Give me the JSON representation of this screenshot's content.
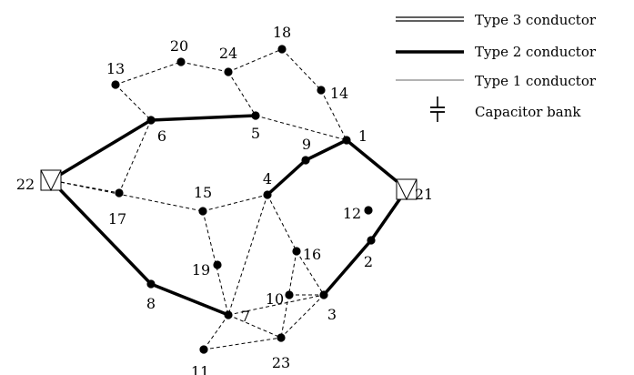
{
  "nodes": [
    {
      "id": "1",
      "label": "1"
    },
    {
      "id": "2",
      "label": "2"
    },
    {
      "id": "3",
      "label": "3"
    },
    {
      "id": "4",
      "label": "4"
    },
    {
      "id": "5",
      "label": "5"
    },
    {
      "id": "6",
      "label": "6"
    },
    {
      "id": "7",
      "label": "7"
    },
    {
      "id": "8",
      "label": "8"
    },
    {
      "id": "9",
      "label": "9"
    },
    {
      "id": "10",
      "label": "10"
    },
    {
      "id": "11",
      "label": "11"
    },
    {
      "id": "12",
      "label": "12"
    },
    {
      "id": "13",
      "label": "13"
    },
    {
      "id": "14",
      "label": "14"
    },
    {
      "id": "15",
      "label": "15"
    },
    {
      "id": "16",
      "label": "16"
    },
    {
      "id": "17",
      "label": "17"
    },
    {
      "id": "18",
      "label": "18"
    },
    {
      "id": "19",
      "label": "19"
    },
    {
      "id": "20",
      "label": "20"
    },
    {
      "id": "21",
      "label": "21",
      "kind": "substation"
    },
    {
      "id": "22",
      "label": "22",
      "kind": "substation"
    },
    {
      "id": "23",
      "label": "23"
    },
    {
      "id": "24",
      "label": "24"
    }
  ],
  "edges": [
    {
      "from": "22",
      "to": "6",
      "type": 2
    },
    {
      "from": "6",
      "to": "5",
      "type": 2
    },
    {
      "from": "22",
      "to": "8",
      "type": 2
    },
    {
      "from": "8",
      "to": "7",
      "type": 2
    },
    {
      "from": "4",
      "to": "9",
      "type": 2
    },
    {
      "from": "9",
      "to": "1",
      "type": 2
    },
    {
      "from": "1",
      "to": "21",
      "type": 2
    },
    {
      "from": "21",
      "to": "2",
      "type": 2
    },
    {
      "from": "2",
      "to": "3",
      "type": 2
    },
    {
      "from": "13",
      "to": "20",
      "type": "candidate"
    },
    {
      "from": "13",
      "to": "6",
      "type": "candidate"
    },
    {
      "from": "20",
      "to": "24",
      "type": "candidate"
    },
    {
      "from": "24",
      "to": "18",
      "type": "candidate"
    },
    {
      "from": "24",
      "to": "5",
      "type": "candidate"
    },
    {
      "from": "18",
      "to": "14",
      "type": "candidate"
    },
    {
      "from": "14",
      "to": "1",
      "type": "candidate"
    },
    {
      "from": "5",
      "to": "1",
      "type": "candidate"
    },
    {
      "from": "6",
      "to": "17",
      "type": "candidate"
    },
    {
      "from": "22",
      "to": "17",
      "type": "candidate"
    },
    {
      "from": "22",
      "to": "15",
      "type": "candidate"
    },
    {
      "from": "15",
      "to": "4",
      "type": "candidate"
    },
    {
      "from": "15",
      "to": "7",
      "type": "candidate"
    },
    {
      "from": "4",
      "to": "7",
      "type": "candidate"
    },
    {
      "from": "4",
      "to": "16",
      "type": "candidate"
    },
    {
      "from": "16",
      "to": "3",
      "type": "candidate"
    },
    {
      "from": "16",
      "to": "23",
      "type": "candidate"
    },
    {
      "from": "10",
      "to": "3",
      "type": "candidate"
    },
    {
      "from": "3",
      "to": "23",
      "type": "candidate"
    },
    {
      "from": "7",
      "to": "23",
      "type": "candidate"
    },
    {
      "from": "7",
      "to": "11",
      "type": "candidate"
    },
    {
      "from": "11",
      "to": "23",
      "type": "candidate"
    },
    {
      "from": "7",
      "to": "3",
      "type": "candidate"
    }
  ],
  "legend": [
    {
      "key": "type3",
      "label": "Type 3 conductor"
    },
    {
      "key": "type2",
      "label": "Type 2 conductor"
    },
    {
      "key": "type1",
      "label": "Type 1 conductor"
    },
    {
      "key": "capacitor",
      "label": "Capacitor bank"
    }
  ],
  "colors": {
    "type2": "#000000",
    "type1": "#9a9a9a",
    "candidate": "#000000",
    "node": "#000000"
  }
}
